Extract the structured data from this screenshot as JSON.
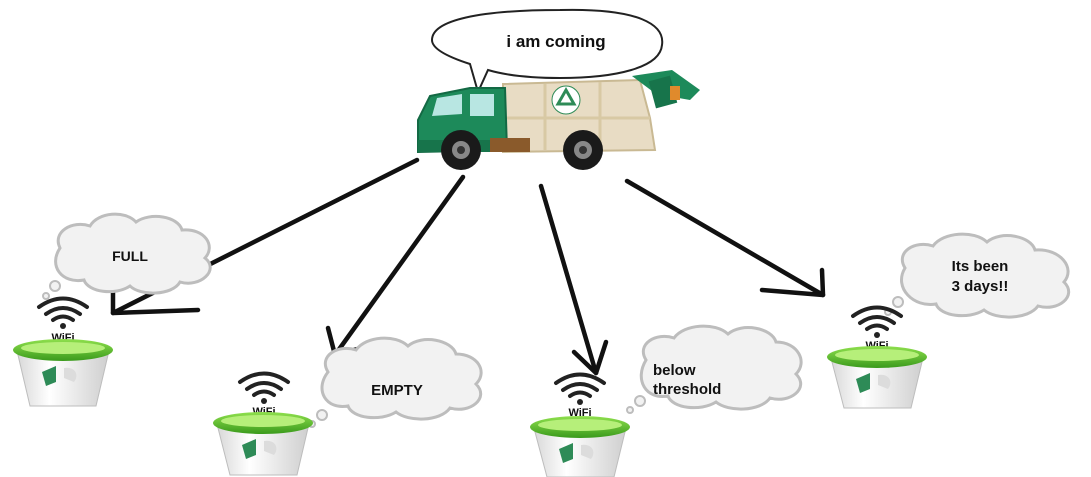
{
  "truck": {
    "speech": "i am coming",
    "icon": "garbage-truck-icon",
    "colors": {
      "cab": "#1d8a5a",
      "body": "#eadcc3",
      "panel": "#e9e2d3",
      "wheel": "#1a1a1a"
    }
  },
  "wifi_label": "WiFi",
  "bins": [
    {
      "id": "full",
      "status_lines": [
        "FULL"
      ]
    },
    {
      "id": "empty",
      "status_lines": [
        "EMPTY"
      ]
    },
    {
      "id": "below-threshold",
      "status_lines": [
        "below",
        "threshold"
      ]
    },
    {
      "id": "its-been-3-days",
      "status_lines": [
        "Its been",
        "3 days!!"
      ]
    }
  ],
  "colors": {
    "bin_rim": "#5cc22b",
    "bin_rim_dark": "#3a9a1c",
    "bin_body": "#f4f4f4",
    "bin_logo": "#2e8b57",
    "arrow": "#111111",
    "cloud": "#f2f2f2"
  }
}
